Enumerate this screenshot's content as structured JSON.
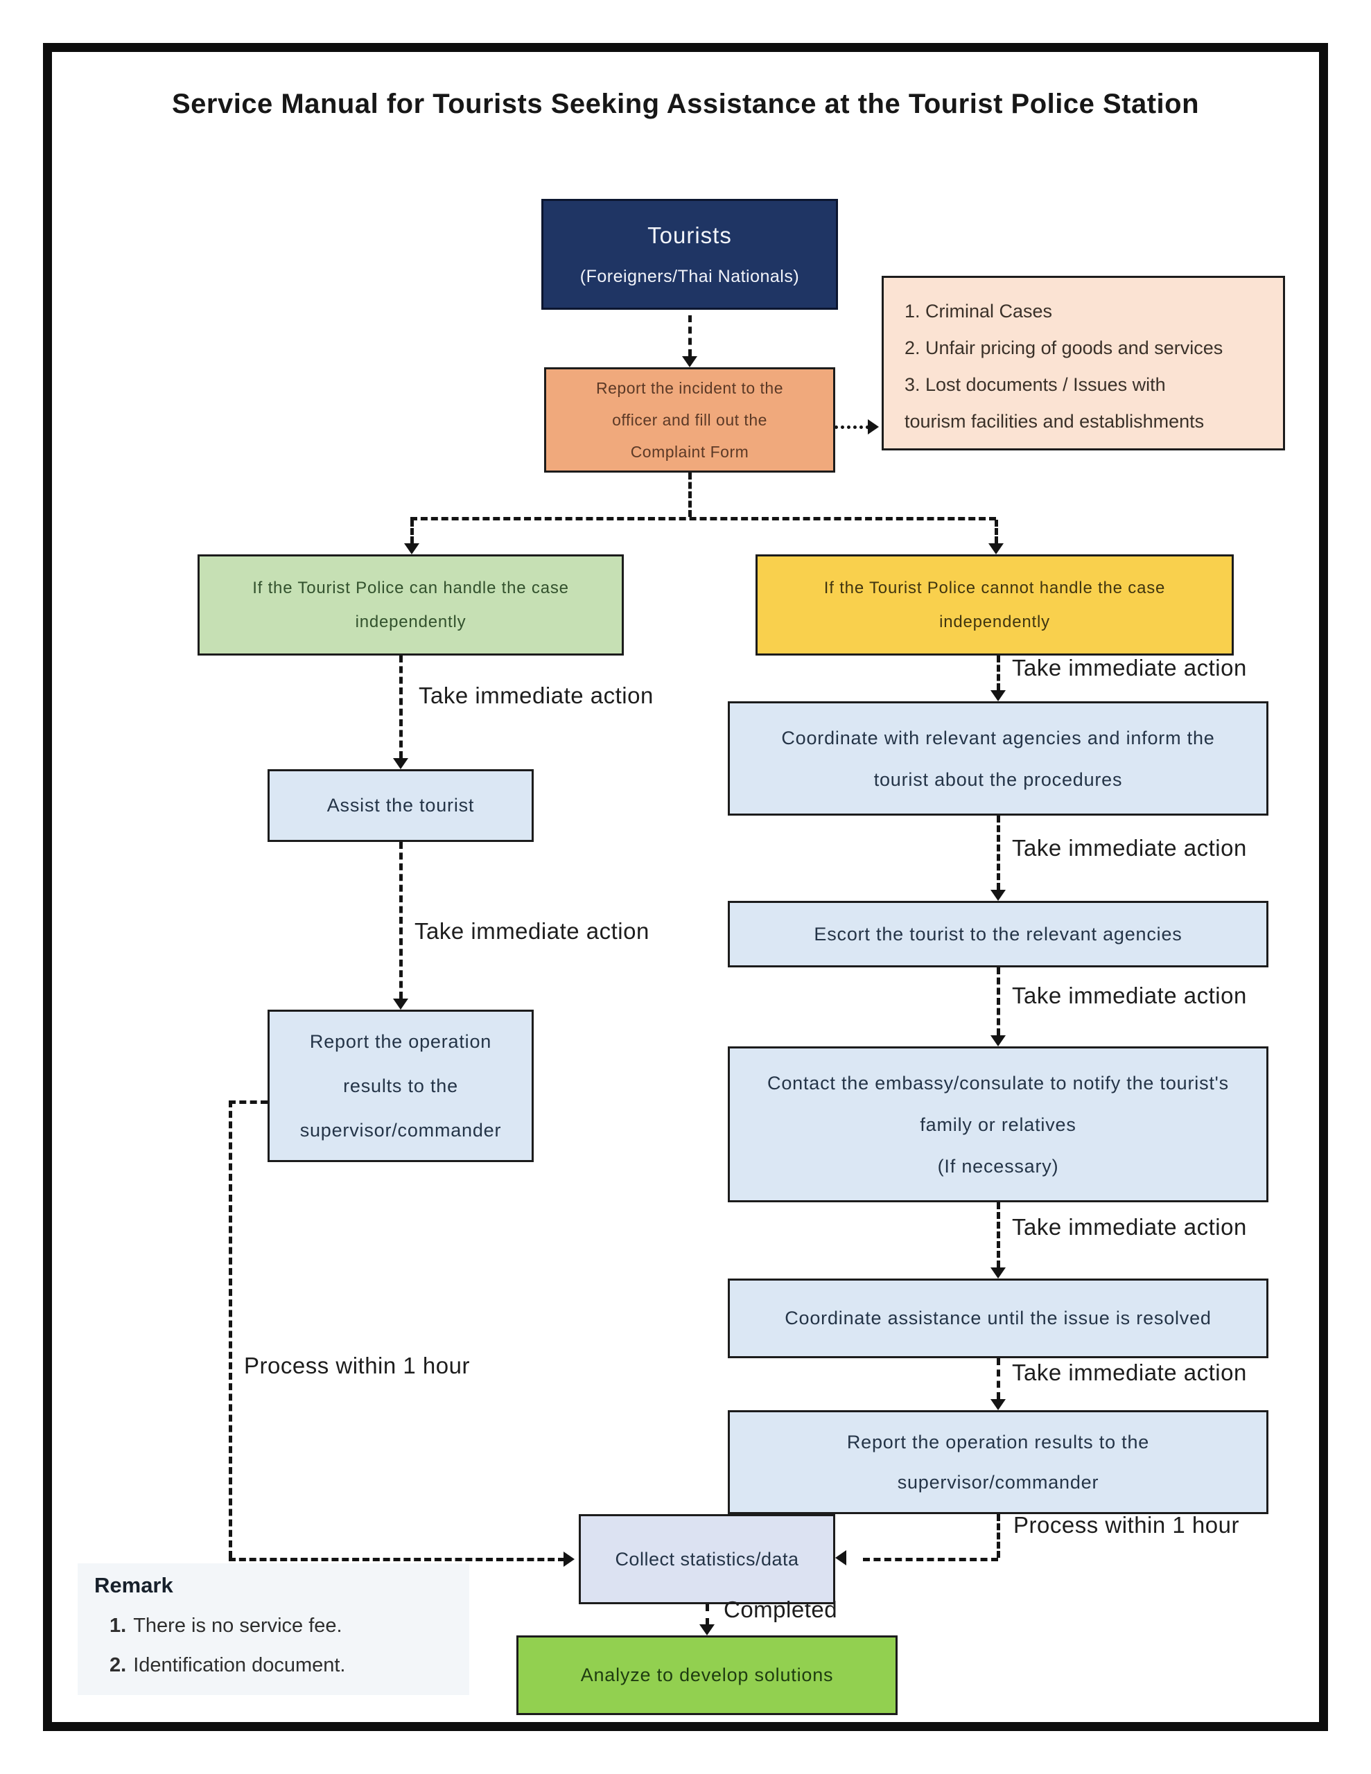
{
  "title": "Service Manual for Tourists Seeking Assistance at the Tourist Police Station",
  "nodes": {
    "tourists": {
      "lines": [
        "Tourists",
        "(Foreigners/Thai Nationals)"
      ]
    },
    "report_incident": {
      "lines": [
        "Report the incident to the",
        "officer and fill out the",
        "Complaint Form"
      ]
    },
    "case_types": {
      "lines": [
        "1. Criminal Cases",
        "2. Unfair pricing of goods and services",
        "3. Lost documents / Issues with",
        "tourism facilities and establishments"
      ]
    },
    "can_handle": {
      "lines": [
        "If the Tourist Police can handle the case",
        "independently"
      ]
    },
    "cannot_handle": {
      "lines": [
        "If the Tourist Police cannot handle the case",
        "independently"
      ]
    },
    "assist": {
      "text": "Assist the tourist"
    },
    "report_left": {
      "lines": [
        "Report the operation",
        "results to the",
        "supervisor/commander"
      ]
    },
    "coordinate_agencies": {
      "lines": [
        "Coordinate with relevant agencies and inform the",
        "tourist about the procedures"
      ]
    },
    "escort": {
      "text": "Escort the tourist to the relevant agencies"
    },
    "embassy": {
      "lines": [
        "Contact the embassy/consulate to notify the tourist's",
        "family or relatives",
        "(If necessary)"
      ]
    },
    "coordinate_assistance": {
      "text": "Coordinate assistance until the issue is resolved"
    },
    "report_right": {
      "lines": [
        "Report the operation results to the",
        "supervisor/commander"
      ]
    },
    "collect": {
      "text": "Collect statistics/data"
    },
    "analyze": {
      "text": "Analyze to develop solutions"
    }
  },
  "labels": {
    "take_immediate_action": "Take immediate action",
    "process_within_1_hour": "Process within 1 hour",
    "completed": "Completed"
  },
  "remark": {
    "heading": "Remark",
    "items": [
      {
        "num": "1.",
        "text": "There is no service fee."
      },
      {
        "num": "2.",
        "text": "Identification document."
      }
    ]
  },
  "colors": {
    "navy": "#1f3564",
    "orange": "#f0a97c",
    "peach": "#fbe3d3",
    "green": "#c6e0b4",
    "yellow": "#f9d04d",
    "light_blue": "#dbe7f4",
    "lavender": "#dce2f2",
    "bright_green": "#92d050",
    "remark_bg": "#f3f6f9",
    "line": "#141414"
  }
}
